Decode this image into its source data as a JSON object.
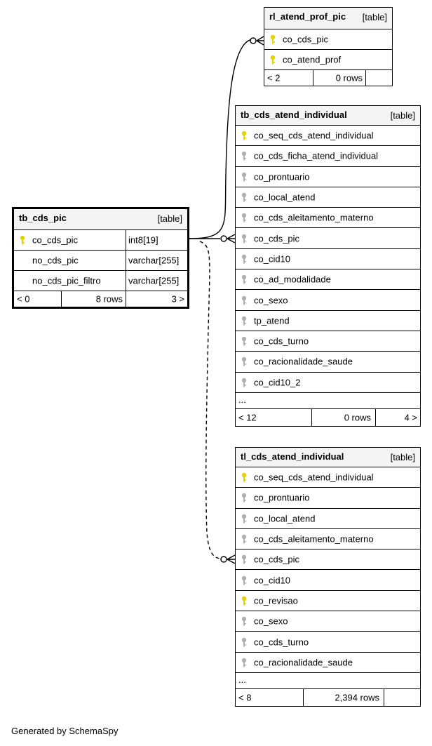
{
  "tables": {
    "rl_atend_prof_pic": {
      "name": "rl_atend_prof_pic",
      "kind": "[table]",
      "columns": [
        {
          "name": "co_cds_pic",
          "key": "pk"
        },
        {
          "name": "co_atend_prof",
          "key": "pk"
        }
      ],
      "footer": {
        "parents": "< 2",
        "rows": "0 rows",
        "children": ""
      }
    },
    "tb_cds_atend_individual": {
      "name": "tb_cds_atend_individual",
      "kind": "[table]",
      "columns": [
        {
          "name": "co_seq_cds_atend_individual",
          "key": "pk"
        },
        {
          "name": "co_cds_ficha_atend_individual",
          "key": "fk"
        },
        {
          "name": "co_prontuario",
          "key": "fk"
        },
        {
          "name": "co_local_atend",
          "key": "fk"
        },
        {
          "name": "co_cds_aleitamento_materno",
          "key": "fk"
        },
        {
          "name": "co_cds_pic",
          "key": "fk"
        },
        {
          "name": "co_cid10",
          "key": "fk"
        },
        {
          "name": "co_ad_modalidade",
          "key": "fk"
        },
        {
          "name": "co_sexo",
          "key": "fk"
        },
        {
          "name": "tp_atend",
          "key": "fk"
        },
        {
          "name": "co_cds_turno",
          "key": "fk"
        },
        {
          "name": "co_racionalidade_saude",
          "key": "fk"
        },
        {
          "name": "co_cid10_2",
          "key": "fk"
        }
      ],
      "ellipsis": "...",
      "footer": {
        "parents": "< 12",
        "rows": "0 rows",
        "children": "4 >"
      }
    },
    "tb_cds_pic": {
      "name": "tb_cds_pic",
      "kind": "[table]",
      "columns": [
        {
          "name": "co_cds_pic",
          "type": "int8[19]",
          "key": "pk"
        },
        {
          "name": "no_cds_pic",
          "type": "varchar[255]",
          "key": ""
        },
        {
          "name": "no_cds_pic_filtro",
          "type": "varchar[255]",
          "key": ""
        }
      ],
      "footer": {
        "parents": "< 0",
        "rows": "8 rows",
        "children": "3 >"
      }
    },
    "tl_cds_atend_individual": {
      "name": "tl_cds_atend_individual",
      "kind": "[table]",
      "columns": [
        {
          "name": "co_seq_cds_atend_individual",
          "key": "pk"
        },
        {
          "name": "co_prontuario",
          "key": "fk"
        },
        {
          "name": "co_local_atend",
          "key": "fk"
        },
        {
          "name": "co_cds_aleitamento_materno",
          "key": "fk"
        },
        {
          "name": "co_cds_pic",
          "key": "fk"
        },
        {
          "name": "co_cid10",
          "key": "fk"
        },
        {
          "name": "co_revisao",
          "key": "pk"
        },
        {
          "name": "co_sexo",
          "key": "fk"
        },
        {
          "name": "co_cds_turno",
          "key": "fk"
        },
        {
          "name": "co_racionalidade_saude",
          "key": "fk"
        }
      ],
      "ellipsis": "...",
      "footer": {
        "parents": "< 8",
        "rows": "2,394 rows",
        "children": ""
      }
    }
  },
  "colors": {
    "pk_key": "#e6d200",
    "fk_key": "#b0b0b0",
    "header_bg": "#f4f4f4",
    "line": "#000000"
  },
  "footer_text": "Generated by SchemaSpy"
}
